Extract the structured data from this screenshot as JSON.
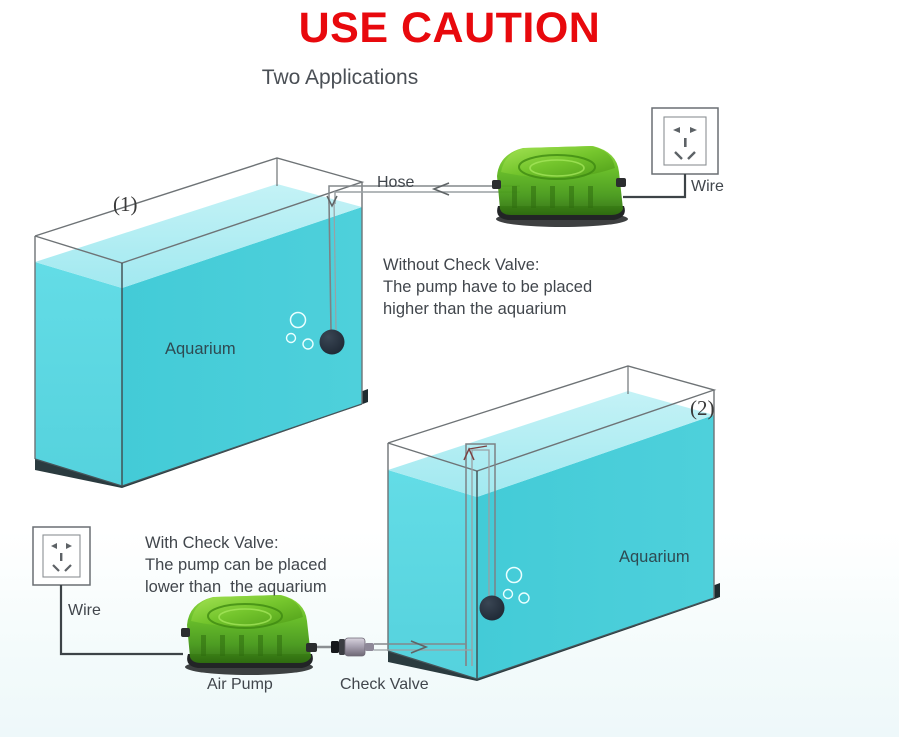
{
  "page": {
    "title": "USE CAUTION",
    "subtitle": "Two Applications",
    "title_color": "#e8090d",
    "text_color": "#41464c",
    "background_color": "#fdfefe"
  },
  "colors": {
    "water_front": "#5ad8e2",
    "water_side": "#45cdd8",
    "water_surface": "#a8ecf2",
    "water_surface_top": "#bdf1f5",
    "tank_base": "#2b3b3f",
    "glass_outline": "#5a5f63",
    "airstone": "#222c38",
    "pump_green": "#6fc12a",
    "pump_green_dark": "#3f8a12",
    "pump_base": "#222426",
    "wire": "#3d4347",
    "hose": "#8b8f92",
    "outlet_frame": "#6a6f73",
    "check_valve_dark": "#1b1d20",
    "check_valve_light": "#b6b0bb"
  },
  "diagram1": {
    "number": "(1)",
    "tank_label": "Aquarium",
    "hose_label": "Hose",
    "wire_label": "Wire",
    "caption_lines": [
      "Without Check Valve:",
      "The pump have to be placed",
      "higher than the aquarium"
    ],
    "outlet": {
      "name": "wall-outlet",
      "slots": [
        "angled-left",
        "angled-right",
        "vertical-center",
        "diagonal-left",
        "diagonal-right"
      ]
    },
    "pump": {
      "name": "air-pump"
    },
    "airstone": {
      "name": "air-stone",
      "bubble_count": 3
    }
  },
  "diagram2": {
    "number": "(2)",
    "tank_label": "Aquarium",
    "wire_label": "Wire",
    "pump_label": "Air Pump",
    "check_valve_label": "Check Valve",
    "caption_lines": [
      "With Check Valve:",
      "The pump can be placed",
      "lower than  the aquarium"
    ],
    "outlet": {
      "name": "wall-outlet",
      "slots": [
        "angled-left",
        "angled-right",
        "vertical-center",
        "diagonal-left",
        "diagonal-right"
      ]
    },
    "pump": {
      "name": "air-pump"
    },
    "airstone": {
      "name": "air-stone",
      "bubble_count": 3
    }
  }
}
